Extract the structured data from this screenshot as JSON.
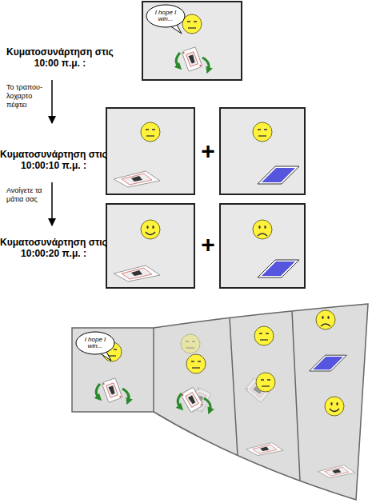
{
  "diagram": {
    "nodes": [
      {
        "text": [
          "I hope I win..."
        ]
      },
      {
        "text": [
          "I hope I win..."
        ]
      }
    ],
    "labels": [
      "Κυματοσυνάρτηση στις 10:00 π.μ. :",
      "Το τραπου- λοχαρτο πέφτει",
      "Κυματοσυνάρτηση στις 10:00:10 π.μ. :",
      "+",
      "Ανοίγετε τα μάτια σας",
      "Κυματοσυνάρτηση στις 10:00:20 π.μ. :",
      "+"
    ]
  }
}
